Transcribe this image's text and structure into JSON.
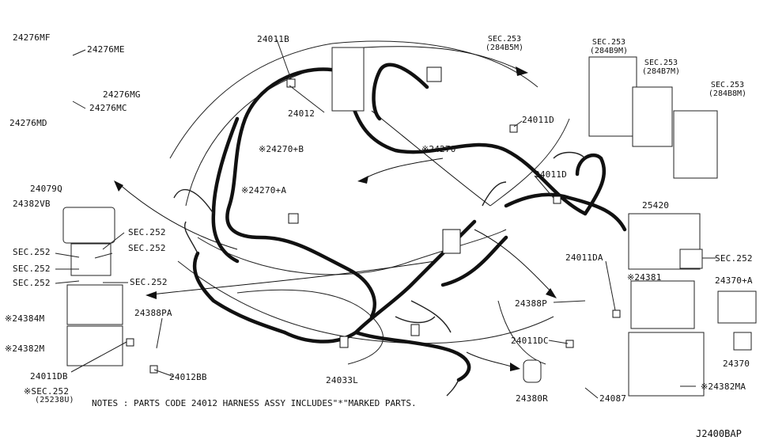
{
  "diagram_id": "J2400BAP",
  "notes": "NOTES : PARTS CODE 24012 HARNESS ASSY INCLUDES\"*\"MARKED PARTS.",
  "labels": {
    "p24276MF": "24276MF",
    "p24276ME": "24276ME",
    "p24276MG": "24276MG",
    "p24276MC": "24276MC",
    "p24276MD": "24276MD",
    "p24079Q": "24079Q",
    "p24382VB": "24382VB",
    "sec252_a": "SEC.252",
    "sec252_b": "SEC.252",
    "sec252_c": "SEC.252",
    "sec252_d": "SEC.252",
    "sec252_e": "SEC.252",
    "sec252_f": "SEC.252",
    "p24384M": "※24384M",
    "p24382M": "※24382M",
    "p24011DB": "24011DB",
    "sec252_25238U": "※SEC.252",
    "sub25238U": "(25238U)",
    "p24388PA": "24388PA",
    "p24012BB": "24012BB",
    "p24033L": "24033L",
    "p24011B": "24011B",
    "p24012": "24012",
    "p24270B": "※24270+B",
    "p24270A": "※24270+A",
    "p24270": "※24270",
    "p24011D_top": "24011D",
    "p24011D_mid": "24011D",
    "p24011DA": "24011DA",
    "p24388P": "24388P",
    "p24011DC": "24011DC",
    "p24380R": "24380R",
    "p24087": "24087",
    "sec253_a": "SEC.253",
    "sub284B5M": "(284B5M)",
    "sec253_b": "SEC.253",
    "sub284B9M": "(284B9M)",
    "sec253_c": "SEC.253",
    "sub284B7M": "(284B7M)",
    "sec253_d": "SEC.253",
    "sub284B8M": "(284B8M)",
    "p25420": "25420",
    "p24381": "※24381",
    "p24370A": "24370+A",
    "p24370": "24370",
    "p24382MA": "※24382MA"
  }
}
